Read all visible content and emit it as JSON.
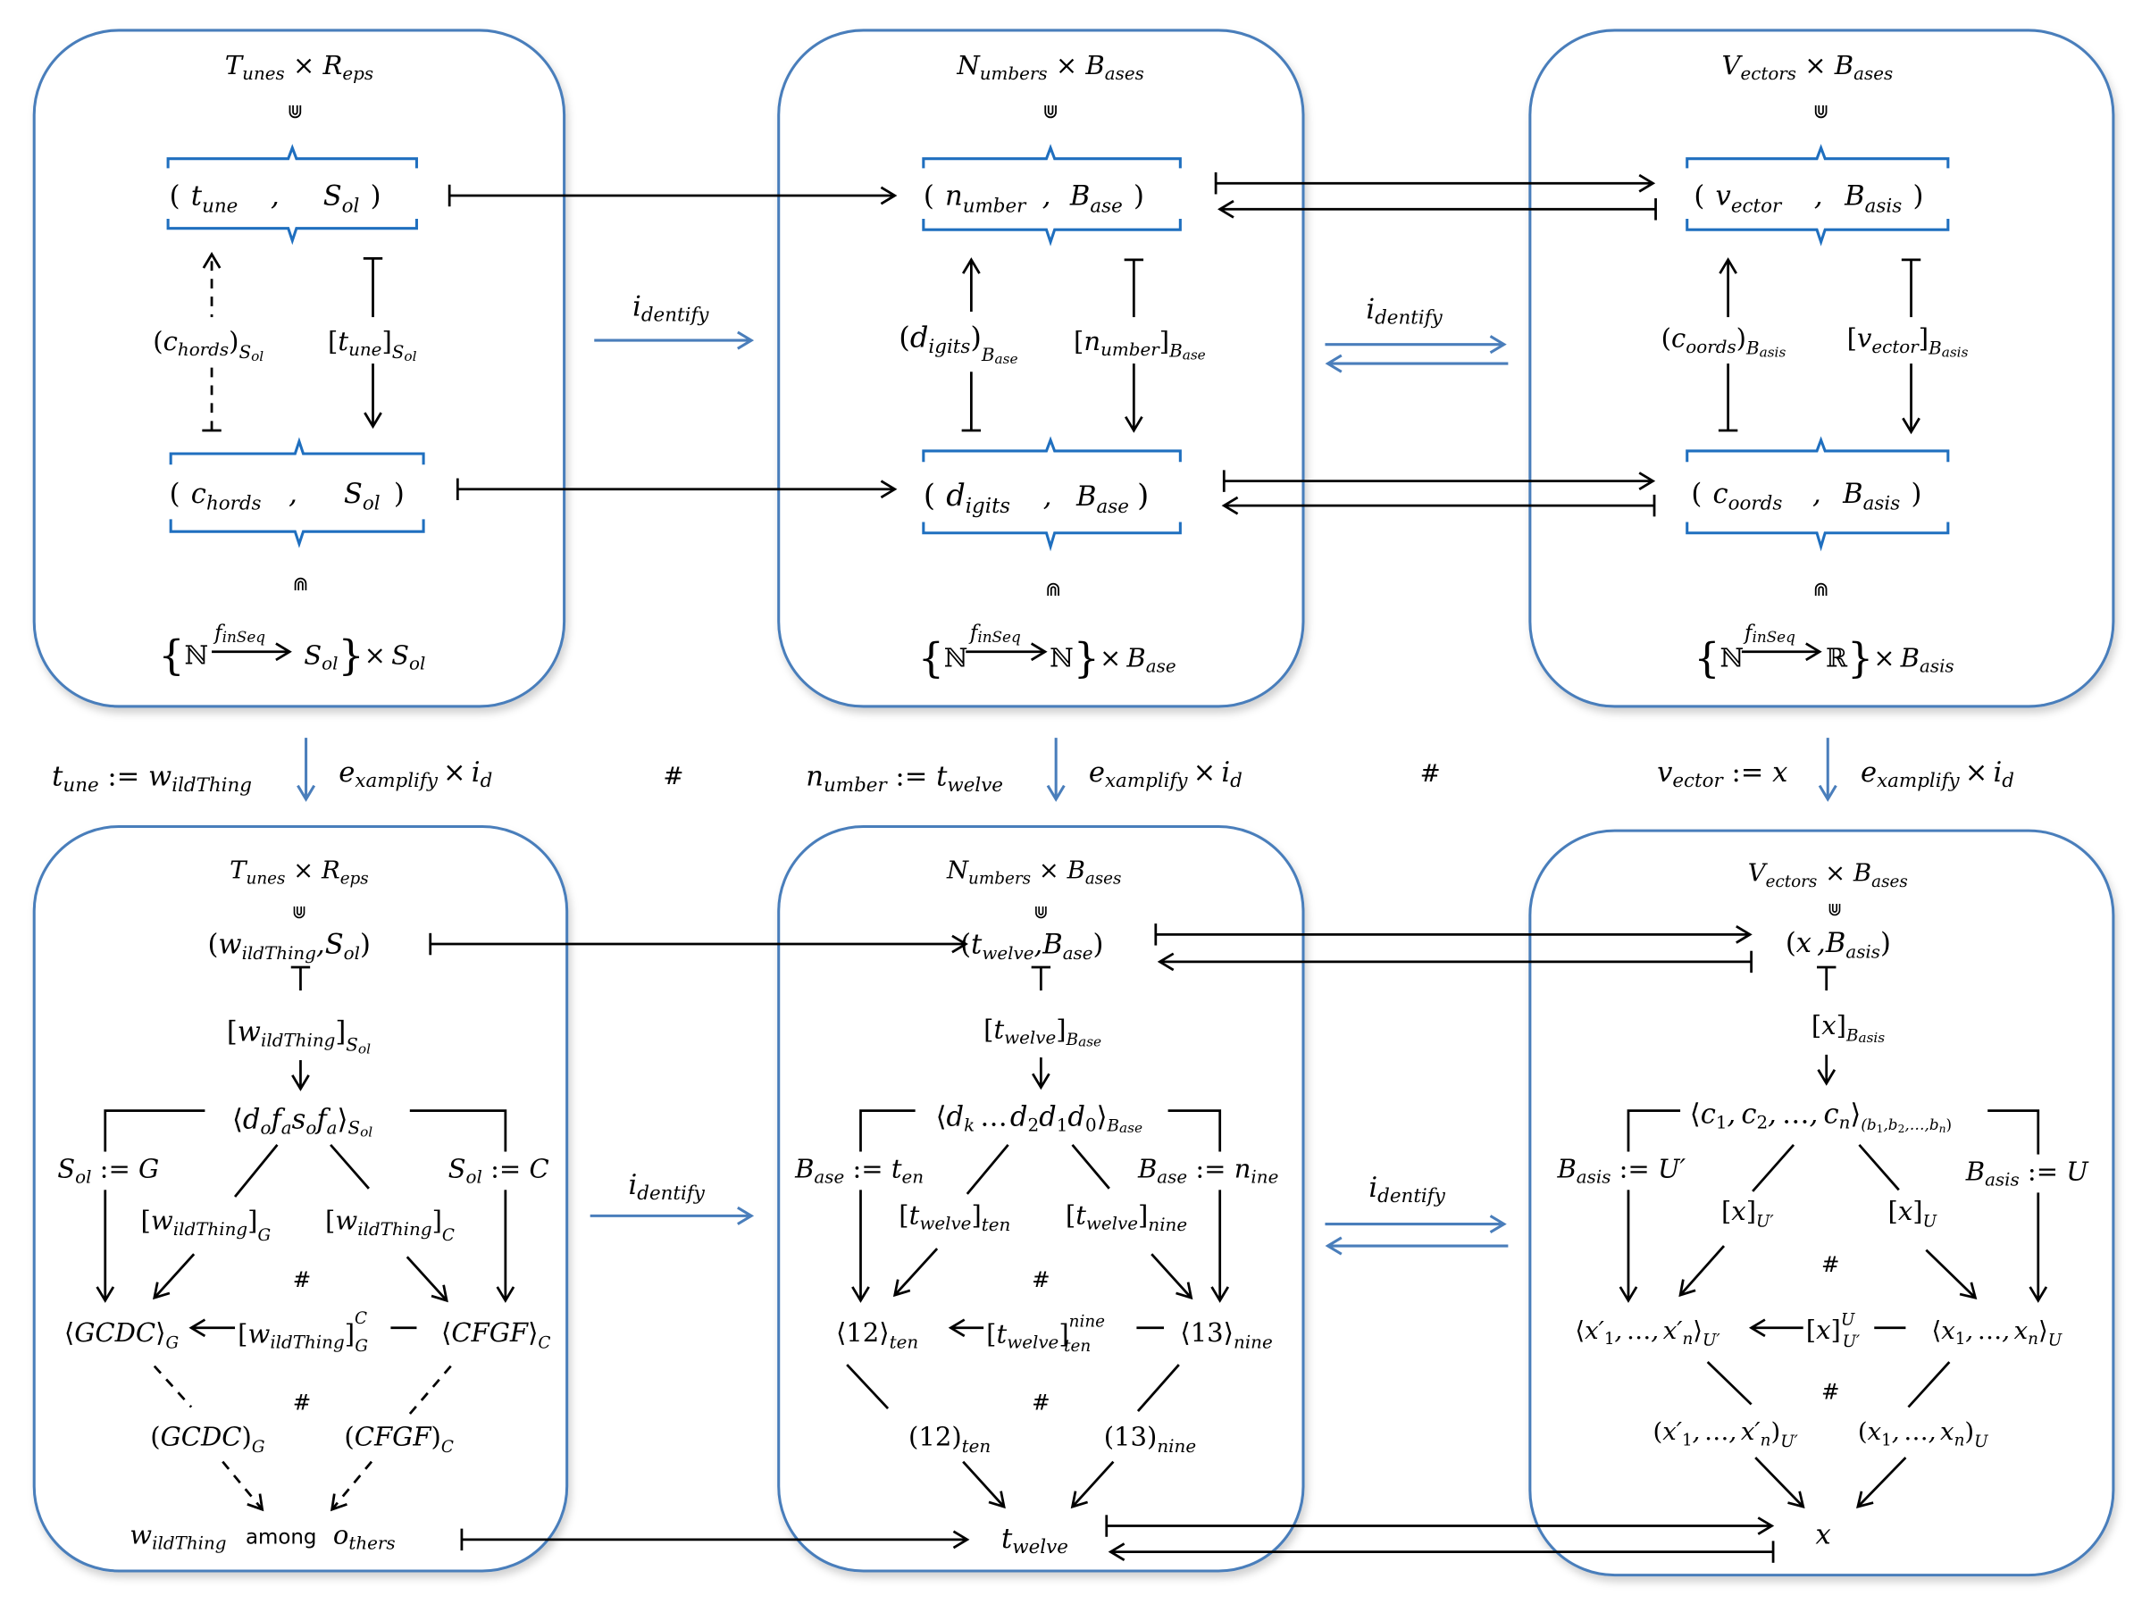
{
  "colors": {
    "box_border": "#4a7ebb",
    "bracket": "#1f6fbf",
    "arrow": "#000000",
    "identify_arrow": "#4a7ebb"
  },
  "top": {
    "tunes": {
      "title": "T_unes × R_eps",
      "member_symbol": "⋓",
      "pair_top": [
        "t_une",
        "S_ol"
      ],
      "left_map": "(c_hords)_Sol",
      "right_map": "[t_une]_Sol",
      "pair_bottom": [
        "c_hords",
        "S_ol"
      ],
      "subset_symbol": "⋒",
      "set_formula": "{ℕ —f_inSeq→ S_ol} × S_ol"
    },
    "numbers": {
      "title": "N_umbers × B_ases",
      "member_symbol": "⋓",
      "pair_top": [
        "n_umber",
        "B_ase"
      ],
      "left_map": "(d_igits)_Base",
      "right_map": "[n_umber]_Base",
      "pair_bottom": [
        "d_igits",
        "B_ase"
      ],
      "subset_symbol": "⋒",
      "set_formula": "{ℕ —f_inSeq→ ℕ} × B_ase"
    },
    "vectors": {
      "title": "V_ectors × B_ases",
      "member_symbol": "⋓",
      "pair_top": [
        "v_ector",
        "B_asis"
      ],
      "left_map": "(c_oords)_Basis",
      "right_map": "[v_ector]_Basis",
      "pair_bottom": [
        "c_oords",
        "B_asis"
      ],
      "subset_symbol": "⋒",
      "set_formula": "{ℕ —f_inSeq→ ℝ} × B_asis"
    },
    "identify_label": "i_dentify"
  },
  "middle": {
    "tunes": {
      "assign": "t_une := w_ildThing",
      "map": "e_xamplify × i_d"
    },
    "numbers": {
      "assign": "n_umber := t_welve",
      "map": "e_xamplify × i_d"
    },
    "vectors": {
      "assign": "v_ector := x",
      "map": "e_xamplify × i_d"
    },
    "hash": "#"
  },
  "bottom": {
    "tunes": {
      "title": "T_unes × R_eps",
      "pair": "(w_ildThing, S_ol)",
      "bracket_map": "[w_ildThing]_Sol",
      "tuple": "⟨d_o f_a s_o f_a⟩_Sol",
      "left_assign": "S_ol := G",
      "right_assign": "S_ol := C",
      "left_diag": "[w_ildThing]_G",
      "right_diag": "[w_ildThing]_C",
      "left_node": "⟨GCDC⟩_G",
      "right_node": "⟨CFGF⟩_C",
      "change": "[w_ildThing]_G^C",
      "left_paren": "(GCDC)_G",
      "right_paren": "(CFGF)_C",
      "result": "w_ildThing among o_thers"
    },
    "numbers": {
      "title": "N_umbers × B_ases",
      "pair": "(t_welve, B_ase)",
      "bracket_map": "[t_welve]_Base",
      "tuple": "⟨d_k … d_2 d_1 d_0⟩_Base",
      "left_assign": "B_ase := t_en",
      "right_assign": "B_ase := n_ine",
      "left_diag": "[t_welve]_ten",
      "right_diag": "[t_welve]_nine",
      "left_node": "⟨12⟩_ten",
      "right_node": "⟨13⟩_nine",
      "change": "[t_welve]_ten^nine",
      "left_paren": "(12)_ten",
      "right_paren": "(13)_nine",
      "result": "t_welve"
    },
    "vectors": {
      "title": "V_ectors × B_ases",
      "pair": "(x , B_asis)",
      "bracket_map": "[x]_Basis",
      "tuple": "⟨c_1, c_2, …, c_n⟩_(b_1,b_2,…,b_n)",
      "left_assign": "B_asis := U′",
      "right_assign": "B_asis := U",
      "left_diag": "[x]_U′",
      "right_diag": "[x]_U",
      "left_node": "⟨x′_1, …, x′_n⟩_U′",
      "right_node": "⟨x_1, …, x_n⟩_U",
      "change": "[x]_U′^U",
      "left_paren": "(x′_1, …, x′_n)_U′",
      "right_paren": "(x_1, …, x_n)_U",
      "result": "x"
    },
    "identify_label": "i_dentify",
    "hash": "#"
  },
  "text": {
    "unes": "unes",
    "eps": "eps",
    "umbers": "umbers",
    "ases": "ases",
    "ectors": "ectors",
    "T": "T",
    "R": "R",
    "N": "N",
    "B": "B",
    "V": "V",
    "times": "×",
    "cup": "⋓",
    "cap": "⋒",
    "t": "t",
    "une": "une",
    "S": "S",
    "ol": "ol",
    "c": "c",
    "hords": "hords",
    "n": "n",
    "umber": "umber",
    "ase": "ase",
    "d": "d",
    "igits": "igits",
    "v": "v",
    "ector": "ector",
    "asis": "asis",
    "oords": "oords",
    "comma": ",",
    "lp": "(",
    "rp": ")",
    "lb": "[",
    "rb": "]",
    "la": "⟨",
    "ra": "⟩",
    "lbrace": "{",
    "rbrace": "}",
    "NN": "ℕ",
    "RR": "ℝ",
    "f": "f",
    "inSeq": "inSeq",
    "i": "i",
    "dentify": "dentify",
    "e": "e",
    "xamplify": "xamplify",
    "id": "d",
    "assign": " := ",
    "w": "w",
    "ildThing": "ildThing",
    "welve": "welve",
    "x": "x",
    "hash": "#",
    "among": "among",
    "o": "o",
    "thers": "thers",
    "G": "G",
    "C": "C",
    "GCDC": "GCDC",
    "CFGF": "CFGF",
    "en": "en",
    "ine": "ine",
    "twelve_n": "12",
    "thirteen_n": "13",
    "k": "k",
    "ellipsis": "…",
    "two": "2",
    "one": "1",
    "zero": "0",
    "U": "U",
    "Up": "U′",
    "xp": "x′",
    "dofaso": "d",
    "a": "a",
    "s": "s",
    "b1b2bn": "(b",
    "cseq": "c"
  }
}
